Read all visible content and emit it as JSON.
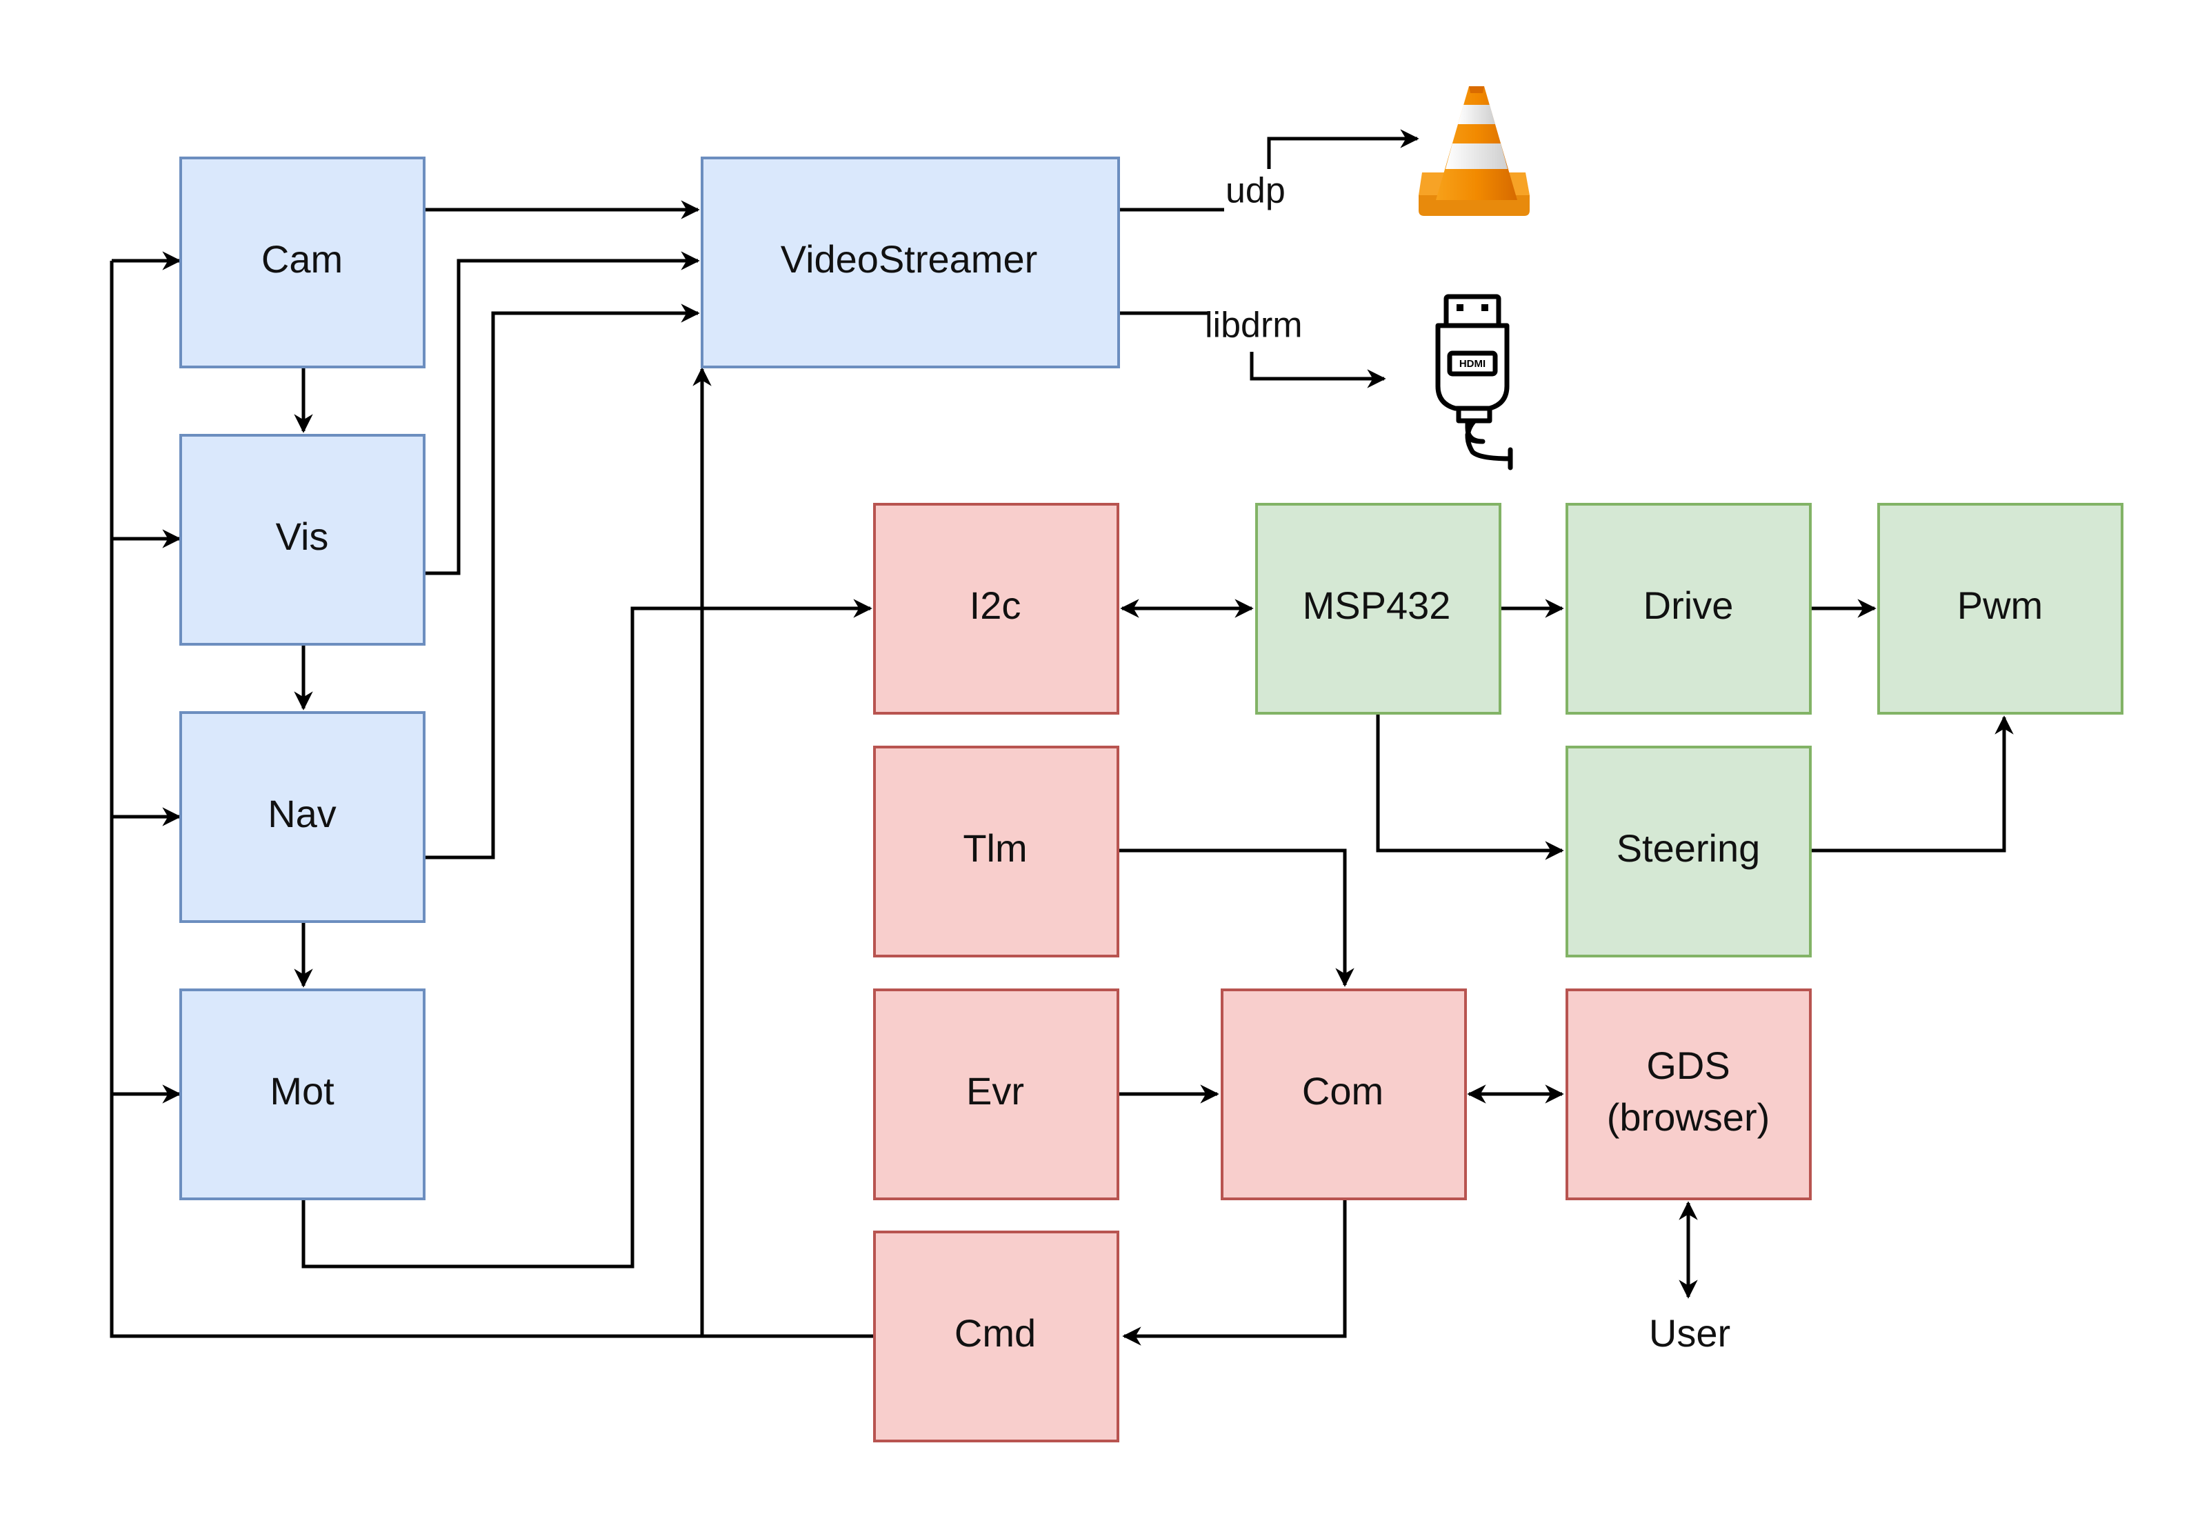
{
  "colors": {
    "blue_fill": "#dae8fc",
    "blue_stroke": "#6c8ebf",
    "red_fill": "#f8cecc",
    "red_stroke": "#b85450",
    "green_fill": "#d5e8d4",
    "green_stroke": "#82b366",
    "edge": "#000000"
  },
  "nodes": {
    "cam": "Cam",
    "vis": "Vis",
    "nav": "Nav",
    "mot": "Mot",
    "videostreamer": "VideoStreamer",
    "i2c": "I2c",
    "tlm": "Tlm",
    "evr": "Evr",
    "cmd": "Cmd",
    "com": "Com",
    "gds_line1": "GDS",
    "gds_line2": "(browser)",
    "msp432": "MSP432",
    "drive": "Drive",
    "pwm": "Pwm",
    "steering": "Steering",
    "user": "User"
  },
  "edge_labels": {
    "udp": "udp",
    "libdrm": "libdrm"
  },
  "icons": {
    "vlc": "vlc-cone-icon",
    "hdmi": "hdmi-plug-icon",
    "hdmi_text": "HDMI"
  }
}
